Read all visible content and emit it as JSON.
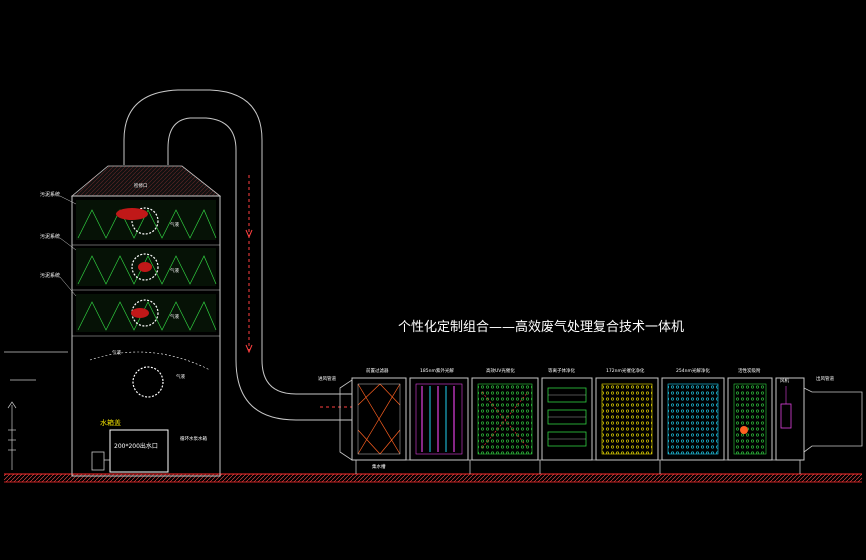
{
  "diagram": {
    "title": "个性化定制组合——高效废气处理复合技术一体机",
    "tower": {
      "top_label": "检修口",
      "side_labels": [
        "污泥系统",
        "污泥系统",
        "污泥系统"
      ],
      "tank_label": "水箱盖",
      "outlet_label": "200*200出水口",
      "pump_label": "循环水泵水箱",
      "inner_labels": [
        "气液",
        "气液",
        "气液"
      ],
      "mid_labels": [
        "气液",
        "气液"
      ]
    },
    "duct": {
      "inlet_label": "进风管道",
      "base_label": "集水槽"
    },
    "modules": [
      {
        "label": "前置过滤器"
      },
      {
        "label": "185nm紫外光解"
      },
      {
        "label": "高效UV光催化"
      },
      {
        "label": "等离子体净化"
      },
      {
        "label": "172nm光催化净化"
      },
      {
        "label": "254nm光解净化"
      },
      {
        "label": "活性炭吸附"
      },
      {
        "label": "风机"
      }
    ],
    "outlet": {
      "label": "出风管道"
    },
    "colors": {
      "frame": "#c8c8c8",
      "red": "#ff3030",
      "yellow": "#f0e000",
      "green": "#30d040",
      "cyan": "#20d0f0",
      "magenta": "#e040e0",
      "ground": "#ff2a2a"
    }
  }
}
